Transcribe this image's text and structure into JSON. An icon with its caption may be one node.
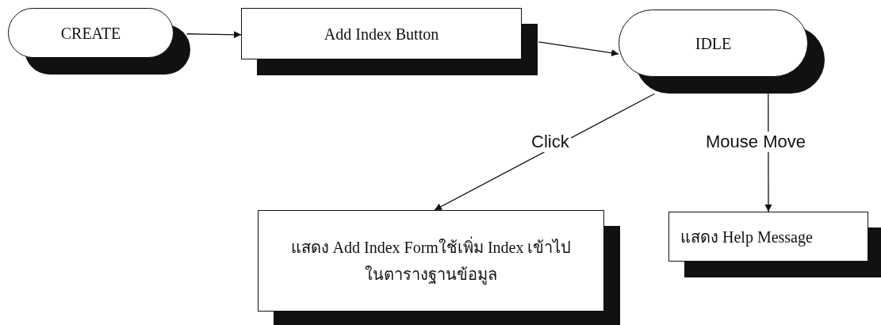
{
  "diagram": {
    "nodes": [
      {
        "text": [
          "CREATE"
        ]
      },
      {
        "text": [
          "Add Index Button"
        ]
      },
      {
        "text": [
          "IDLE"
        ]
      },
      {
        "text": [
          "แสดง Add Index Formใช้เพิ่ม Index เข้าไปในตารางฐานข้อมูล"
        ]
      },
      {
        "text": [
          "แสดง Help Message"
        ]
      }
    ],
    "edges": [
      {
        "from": 0,
        "to": 1,
        "arrow": "to"
      },
      {
        "from": 1,
        "to": 2,
        "arrow": "to"
      },
      {
        "from": 2,
        "to": 3,
        "arrow": "to",
        "label": "Click"
      },
      {
        "from": 2,
        "to": 4,
        "arrow": "to",
        "label": "Mouse Move"
      }
    ]
  }
}
